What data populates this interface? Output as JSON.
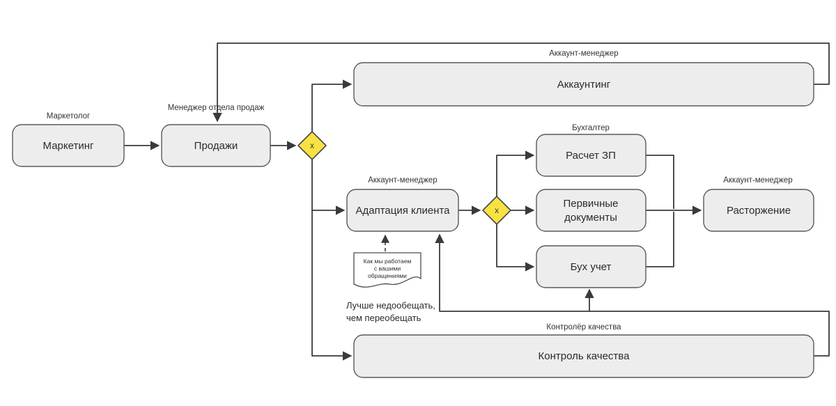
{
  "diagram": {
    "nodes": {
      "marketing": {
        "label": "Маркетинг",
        "role": "Маркетолог"
      },
      "sales": {
        "label": "Продажи",
        "role": "Менеджер отдела продаж"
      },
      "accounting": {
        "label": "Аккаунтинг",
        "role": "Аккаунт-менеджер"
      },
      "adaptation": {
        "label": "Адаптация клиента",
        "role": "Аккаунт-менеджер"
      },
      "payroll": {
        "label": "Расчет ЗП",
        "role": "Бухгалтер"
      },
      "primary_documents": {
        "label_line1": "Первичные",
        "label_line2": "документы"
      },
      "bookkeeping": {
        "label": "Бух учет"
      },
      "termination": {
        "label": "Расторжение",
        "role": "Аккаунт-менеджер"
      },
      "quality_control": {
        "label": "Контроль качества",
        "role": "Контролёр качества"
      }
    },
    "gateways": {
      "gateway1": {
        "label": "x"
      },
      "gateway2": {
        "label": "x"
      }
    },
    "artifacts": {
      "document_note": {
        "line1": "Как мы работаем",
        "line2": "с вашими",
        "line3": "обращениями"
      },
      "text_annotation": {
        "line1": "Лучше недообещать,",
        "line2": "чем переобещать"
      }
    },
    "colors": {
      "background": "#ffffff",
      "node_fill": "#ededed",
      "node_border": "#595959",
      "connector": "#3a3a3a",
      "gateway_fill": "#f8e243",
      "gateway_border": "#494949",
      "text": "#2b2b2b"
    }
  }
}
